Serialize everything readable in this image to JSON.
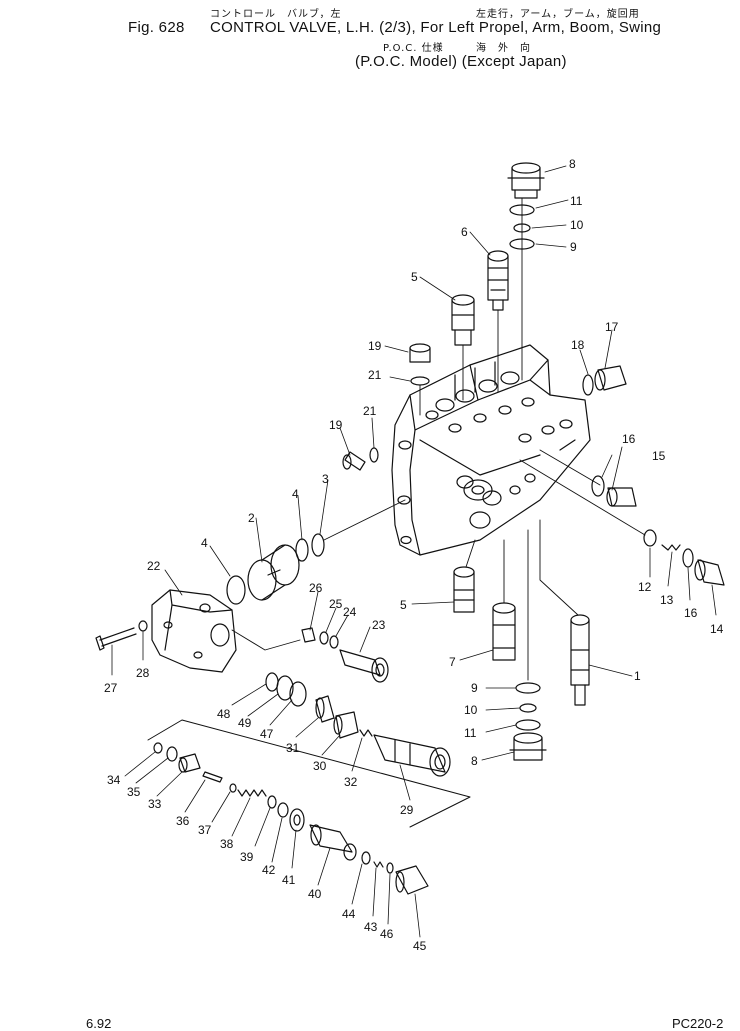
{
  "header": {
    "jp_line1_a": "コントロール　バルブ，左",
    "jp_line1_b": "左走行，アーム，ブーム，旋回用",
    "fig_label": "Fig. 628",
    "title": "CONTROL VALVE, L.H. (2/3), For Left Propel, Arm, Boom, Swing",
    "jp_line3_a": "P.O.C. 仕様",
    "jp_line3_b": "海　外　向",
    "subtitle": "(P.O.C. Model) (Except Japan)"
  },
  "part_numbers": [
    "1",
    "2",
    "3",
    "4",
    "4",
    "5",
    "5",
    "6",
    "7",
    "8",
    "8",
    "9",
    "9",
    "10",
    "10",
    "11",
    "11",
    "12",
    "13",
    "14",
    "15",
    "16",
    "16",
    "17",
    "18",
    "19",
    "19",
    "21",
    "21",
    "22",
    "23",
    "24",
    "25",
    "26",
    "27",
    "28",
    "29",
    "30",
    "31",
    "32",
    "33",
    "34",
    "35",
    "36",
    "37",
    "38",
    "39",
    "40",
    "41",
    "42",
    "43",
    "44",
    "45",
    "46",
    "47",
    "48",
    "49"
  ],
  "footer": {
    "page": "6.92",
    "model": "PC220-2"
  }
}
